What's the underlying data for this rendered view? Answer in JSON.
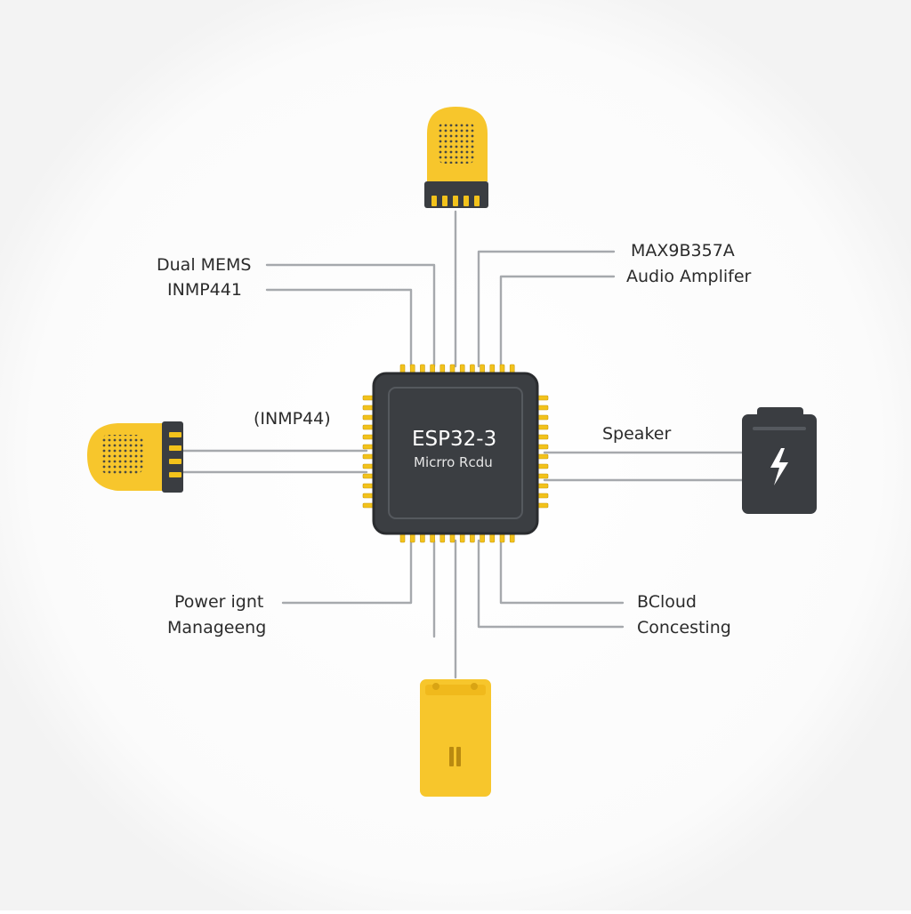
{
  "colors": {
    "chip_body": "#3b3e42",
    "chip_border": "#2a2c2f",
    "pin_gold": "#f2c21b",
    "component_yellow": "#f7c62c",
    "component_dark": "#3a3d41",
    "wire": "#a6a9ad",
    "text": "#2b2b2b"
  },
  "chip": {
    "title": "ESP32-3",
    "subtitle": "Micrro Rcdu"
  },
  "labels": {
    "mems_line1": "Dual MEMS",
    "mems_line2": "INMP441",
    "left_mic": "(INMP44)",
    "amp_line1": "MAX9B357A",
    "amp_line2": "Audio Amplifer",
    "speaker": "Speaker",
    "power_line1": "Power ignt",
    "power_line2": "Manageeng",
    "cloud_line1": "BCloud",
    "cloud_line2": "Concesting"
  },
  "components": {
    "top": {
      "icon": "microphone-icon"
    },
    "left": {
      "icon": "microphone-icon"
    },
    "right": {
      "icon": "battery-lightning-icon"
    },
    "bottom": {
      "icon": "power-module-icon"
    }
  }
}
